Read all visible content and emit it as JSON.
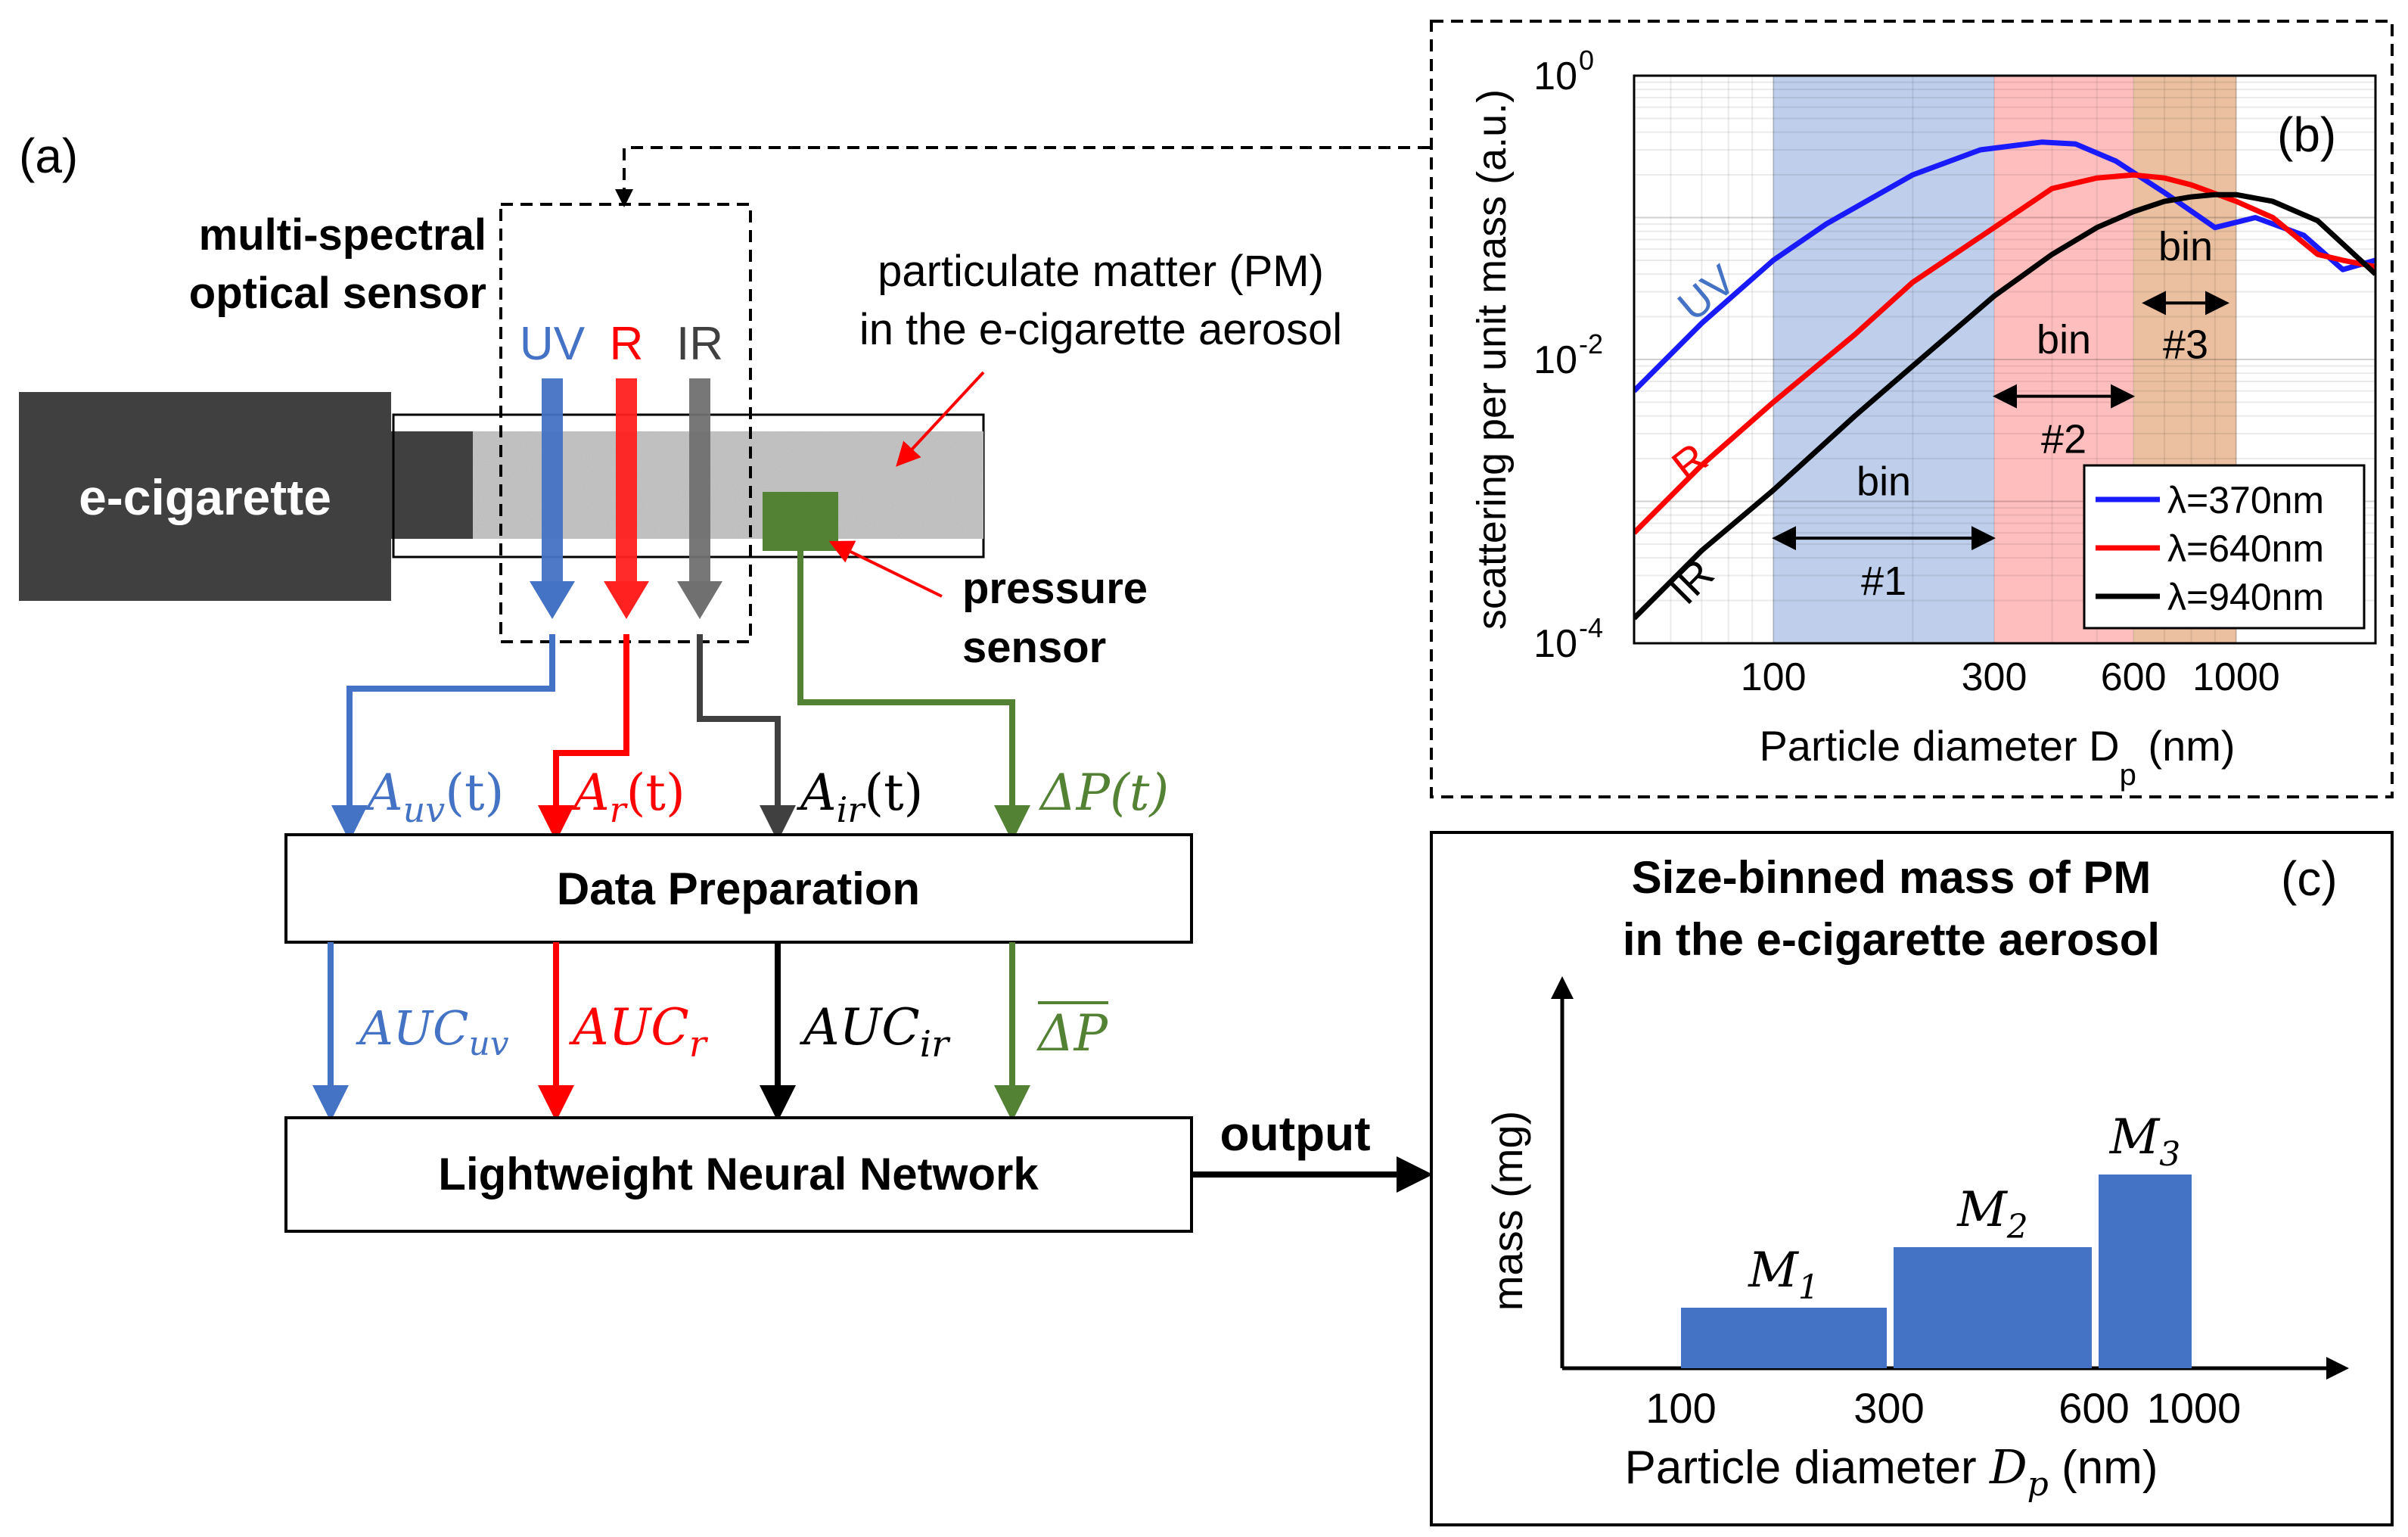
{
  "panel_a": {
    "label": "(a)",
    "sensor_label_1": "multi-spectral",
    "sensor_label_2": "optical sensor",
    "ecig_label": "e-cigarette",
    "uv": "UV",
    "r": "R",
    "ir": "IR",
    "pm_label_1": "particulate matter (PM)",
    "pm_label_2": "in the e-cigarette aerosol",
    "pressure_label_1": "pressure",
    "pressure_label_2": "sensor",
    "sig_uv": "A",
    "sig_uv_sub": "uv",
    "sig_uv_t": "(t)",
    "sig_r": "A",
    "sig_r_sub": "r",
    "sig_r_t": "(t)",
    "sig_ir": "A",
    "sig_ir_sub": "ir",
    "sig_ir_t": "(t)",
    "sig_p": "ΔP(t)",
    "data_prep": "Data Preparation",
    "auc_uv": "AUC",
    "auc_uv_sub": "uv",
    "auc_r": "AUC",
    "auc_r_sub": "r",
    "auc_ir": "AUC",
    "auc_ir_sub": "ir",
    "p_bar": "ΔP",
    "nn": "Lightweight Neural Network",
    "output": "output",
    "colors": {
      "uv": "#4472c4",
      "r": "#ff0000",
      "ir": "#595959",
      "p": "#548235",
      "dark": "#404040"
    }
  },
  "panel_b": {
    "label": "(b)",
    "ylabel": "scattering per unit mass (a.u.)",
    "xlabel": "Particle diameter D",
    "xlabel_sub": "p",
    "xlabel_unit": " (nm)",
    "xtick_labels": [
      "100",
      "300",
      "600",
      "1000"
    ],
    "ytick_base": "10",
    "ytick_exps": [
      "0",
      "-2",
      "-4"
    ],
    "curve_labels": {
      "uv": "UV",
      "r": "R",
      "ir": "IR"
    },
    "bins": [
      {
        "top": "bin",
        "bottom": "#1",
        "range": [
          100,
          300
        ],
        "color": "#b4c7e7"
      },
      {
        "top": "bin",
        "bottom": "#2",
        "range": [
          300,
          600
        ],
        "color": "#ffb3b3"
      },
      {
        "top": "bin",
        "bottom": "#3",
        "range": [
          600,
          1000
        ],
        "color": "#e6b58f"
      }
    ],
    "legend": [
      "λ=370nm",
      "λ=640nm",
      "λ=940nm"
    ],
    "chart_data": {
      "type": "line",
      "xlabel": "Particle diameter Dp (nm)",
      "ylabel": "scattering per unit mass (a.u.)",
      "xscale": "log",
      "yscale": "log",
      "xlim": [
        50,
        2000
      ],
      "ylim": [
        0.0001,
        1
      ],
      "grid": true,
      "legend_position": "bottom-right",
      "series": [
        {
          "name": "λ=370nm",
          "color": "#1a1aff",
          "x": [
            50,
            70,
            100,
            130,
            200,
            280,
            380,
            450,
            550,
            700,
            900,
            1100,
            1400,
            1700,
            2000
          ],
          "y": [
            0.006,
            0.018,
            0.05,
            0.09,
            0.2,
            0.3,
            0.34,
            0.33,
            0.25,
            0.15,
            0.085,
            0.1,
            0.075,
            0.043,
            0.05
          ]
        },
        {
          "name": "λ=640nm",
          "color": "#ff0000",
          "x": [
            50,
            70,
            100,
            150,
            200,
            300,
            400,
            500,
            600,
            700,
            800,
            1000,
            1200,
            1500,
            1700,
            2000
          ],
          "y": [
            0.0006,
            0.0018,
            0.005,
            0.015,
            0.035,
            0.085,
            0.16,
            0.19,
            0.2,
            0.19,
            0.17,
            0.13,
            0.1,
            0.055,
            0.05,
            0.045
          ]
        },
        {
          "name": "λ=940nm",
          "color": "#000000",
          "x": [
            50,
            70,
            100,
            150,
            200,
            300,
            400,
            500,
            600,
            700,
            800,
            900,
            1000,
            1200,
            1500,
            2000
          ],
          "y": [
            0.00015,
            0.00045,
            0.0012,
            0.004,
            0.009,
            0.028,
            0.055,
            0.085,
            0.11,
            0.13,
            0.14,
            0.145,
            0.145,
            0.13,
            0.095,
            0.04
          ]
        }
      ]
    }
  },
  "panel_c": {
    "label": "(c)",
    "title_1": "Size-binned mass of PM",
    "title_2": "in the e-cigarette aerosol",
    "ylabel": "mass (mg)",
    "xlabel": "Particle diameter ",
    "xlabel_var": "D",
    "xlabel_sub": "p",
    "xlabel_unit": " (nm)",
    "xtick_labels": [
      "100",
      "300",
      "600",
      "1000"
    ],
    "bar_labels": [
      {
        "var": "M",
        "sub": "1"
      },
      {
        "var": "M",
        "sub": "2"
      },
      {
        "var": "M",
        "sub": "3"
      }
    ],
    "chart_data": {
      "type": "bar",
      "categories": [
        "100–300",
        "300–600",
        "600–1000"
      ],
      "values": [
        1,
        2,
        3.2
      ],
      "xlabel": "Particle diameter Dp (nm)",
      "ylabel": "mass (mg)",
      "color": "#4472c4"
    }
  }
}
